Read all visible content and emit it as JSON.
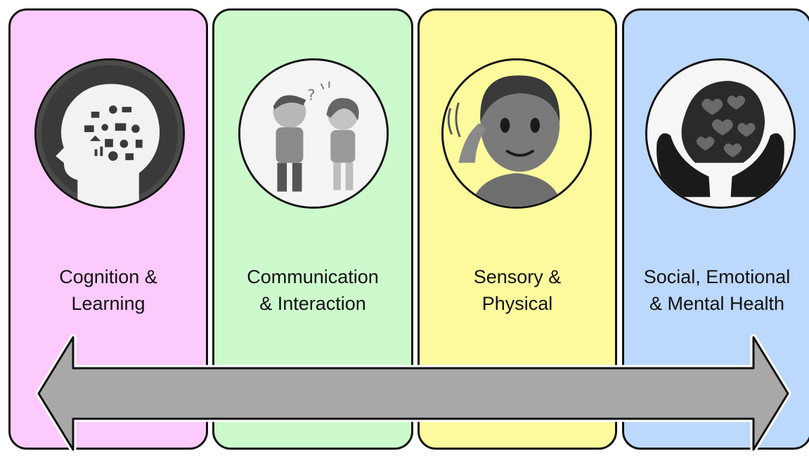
{
  "colors": {
    "cognition": "#fccafc",
    "communication": "#ccfacc",
    "sensory": "#fcfa9c",
    "social": "#bcd8fc",
    "arrow_fill": "#a8a8a8",
    "outline": "#111111"
  },
  "panels": [
    {
      "name": "cognition-learning",
      "icon": "head-with-learning-symbols-icon",
      "label_lines": [
        "Cognition &",
        "Learning"
      ]
    },
    {
      "name": "communication-interaction",
      "icon": "two-children-talking-icon",
      "label_lines": [
        "Communication",
        "& Interaction"
      ]
    },
    {
      "name": "sensory-physical",
      "icon": "person-touching-ear-icon",
      "label_lines": [
        "Sensory &",
        "Physical"
      ]
    },
    {
      "name": "social-emotional-mental-health",
      "icon": "hands-holding-heart-head-icon",
      "label_lines": [
        "Social, Emotional",
        "& Mental Health"
      ]
    }
  ],
  "arrow": {
    "icon": "double-headed-arrow-icon"
  }
}
